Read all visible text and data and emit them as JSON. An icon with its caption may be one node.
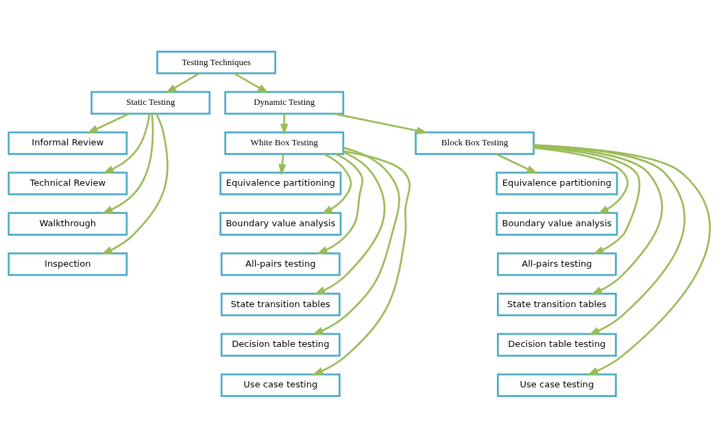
{
  "diagram": {
    "nodes": [
      {
        "text": [
          "Testing Techniques"
        ]
      },
      {
        "text": [
          "Static Testing"
        ]
      },
      {
        "text": [
          "Dynamic Testing"
        ]
      },
      {
        "text": [
          "White Box Testing"
        ]
      },
      {
        "text": [
          "Block Box Testing"
        ]
      },
      {
        "text": [
          "Informal Review"
        ]
      },
      {
        "text": [
          "Technical Review"
        ]
      },
      {
        "text": [
          "Walkthrough"
        ]
      },
      {
        "text": [
          "Inspection"
        ]
      },
      {
        "text": [
          "Equivalence partitioning"
        ]
      },
      {
        "text": [
          "Boundary value analysis"
        ]
      },
      {
        "text": [
          "All-pairs testing"
        ]
      },
      {
        "text": [
          "State transition tables"
        ]
      },
      {
        "text": [
          "Decision table testing"
        ]
      },
      {
        "text": [
          "Use case testing"
        ]
      },
      {
        "text": [
          "Equivalence partitioning"
        ]
      },
      {
        "text": [
          "Boundary value analysis"
        ]
      },
      {
        "text": [
          "All-pairs testing"
        ]
      },
      {
        "text": [
          "State transition tables"
        ]
      },
      {
        "text": [
          "Decision table testing"
        ]
      },
      {
        "text": [
          "Use case testing"
        ]
      }
    ],
    "edges": [
      {
        "from": 0,
        "to": 1,
        "arrow": "to"
      },
      {
        "from": 0,
        "to": 2,
        "arrow": "to"
      },
      {
        "from": 1,
        "to": 5,
        "arrow": "to"
      },
      {
        "from": 1,
        "to": 6,
        "arrow": "to"
      },
      {
        "from": 1,
        "to": 7,
        "arrow": "to"
      },
      {
        "from": 1,
        "to": 8,
        "arrow": "to"
      },
      {
        "from": 2,
        "to": 3,
        "arrow": "to"
      },
      {
        "from": 2,
        "to": 4,
        "arrow": "to"
      },
      {
        "from": 3,
        "to": 9,
        "arrow": "to"
      },
      {
        "from": 3,
        "to": 10,
        "arrow": "to"
      },
      {
        "from": 3,
        "to": 11,
        "arrow": "to"
      },
      {
        "from": 3,
        "to": 12,
        "arrow": "to"
      },
      {
        "from": 3,
        "to": 13,
        "arrow": "to"
      },
      {
        "from": 3,
        "to": 14,
        "arrow": "to"
      },
      {
        "from": 4,
        "to": 15,
        "arrow": "to"
      },
      {
        "from": 4,
        "to": 16,
        "arrow": "to"
      },
      {
        "from": 4,
        "to": 17,
        "arrow": "to"
      },
      {
        "from": 4,
        "to": 18,
        "arrow": "to"
      },
      {
        "from": 4,
        "to": 19,
        "arrow": "to"
      },
      {
        "from": 4,
        "to": 20,
        "arrow": "to"
      }
    ]
  }
}
